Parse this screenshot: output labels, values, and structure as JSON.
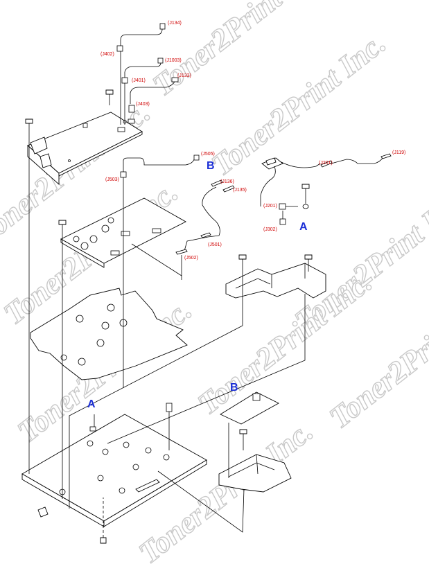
{
  "watermark": {
    "text": "Toner2Print Inc."
  },
  "labels": {
    "j134": "(J134)",
    "j402": "(J402)",
    "j1003": "(J1003)",
    "j401": "(J401)",
    "j133": "(J133)",
    "j403": "(J403)",
    "j505": "(J505)",
    "j503": "(J503)",
    "j136": "(J136)",
    "j135": "(J135)",
    "j501": "(J501)",
    "j502": "(J502)",
    "j201a": "(J201)",
    "j119": "(J119)",
    "j201b": "(J201)",
    "j302": "(J302)"
  },
  "markers": {
    "b_top": "B",
    "a_right": "A",
    "a_left": "A",
    "b_bottom": "B"
  },
  "colors": {
    "label_red": "#d00000",
    "marker_blue": "#1b2fd6",
    "watermark": "#c9c9c9"
  }
}
